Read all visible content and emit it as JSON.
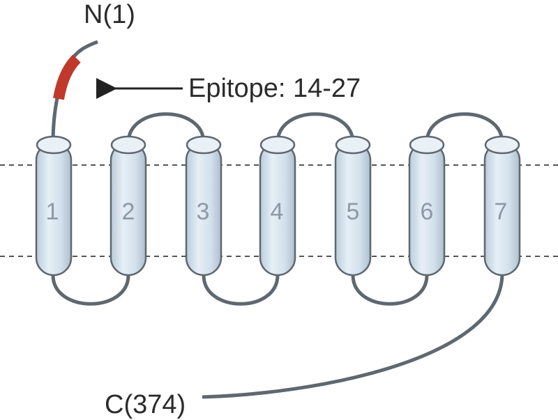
{
  "n_terminus": {
    "label": "N(1)"
  },
  "epitope": {
    "label": "Epitope: 14-27",
    "color": "#c0392b"
  },
  "c_terminus": {
    "label": "C(374)"
  },
  "helices": [
    {
      "number": "1"
    },
    {
      "number": "2"
    },
    {
      "number": "3"
    },
    {
      "number": "4"
    },
    {
      "number": "5"
    },
    {
      "number": "6"
    },
    {
      "number": "7"
    }
  ],
  "colors": {
    "helix_fill": "#d9e7f1",
    "helix_stroke": "#5f6770",
    "loop": "#5f6770",
    "membrane_line": "#555555",
    "text": "#2b2b2b"
  }
}
